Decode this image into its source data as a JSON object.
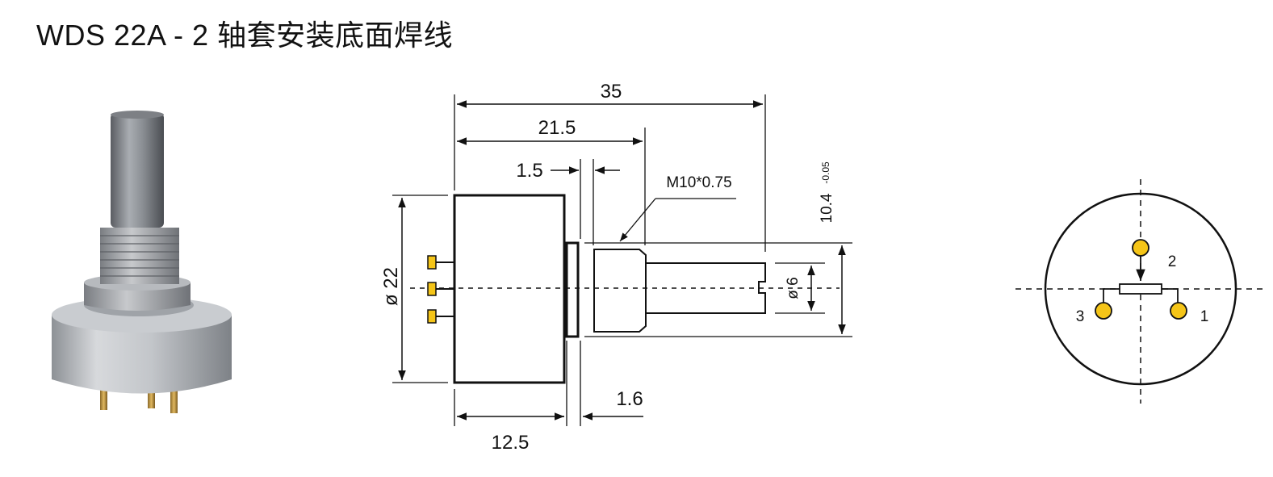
{
  "header": {
    "title": "WDS 22A - 2  轴套安装底面焊线"
  },
  "drawing": {
    "dim_overall_length": "35",
    "dim_body_to_shaft_start": "21.5",
    "dim_flange": "1.5",
    "dim_thread": "M10*0.75",
    "dim_body_diameter": "ø 22",
    "dim_shaft_diameter": "ø 6",
    "dim_flat_height": "10.4",
    "dim_flat_tolerance": "-0.05",
    "dim_body_length": "12.5",
    "dim_nut_thickness": "1.6"
  },
  "schematic": {
    "pin_top": "2",
    "pin_left": "3",
    "pin_right": "1",
    "pin_color": "#F5C518"
  }
}
